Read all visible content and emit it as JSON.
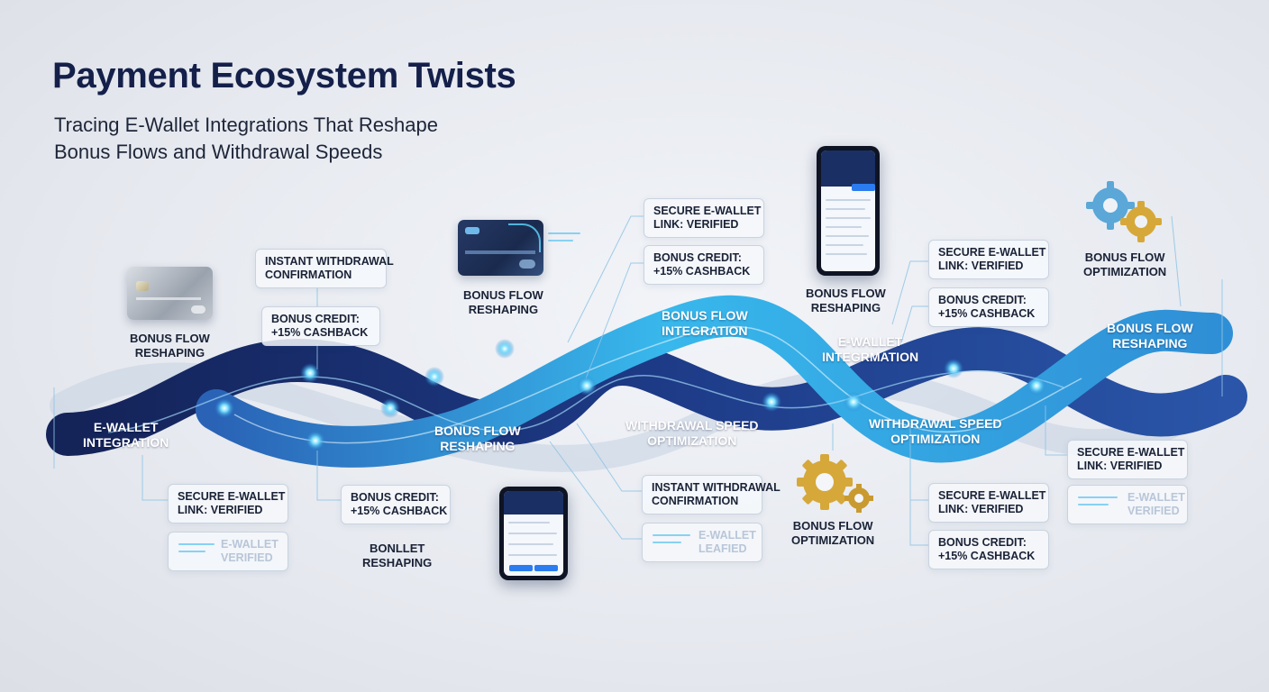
{
  "header": {
    "title": "Payment Ecosystem Twists",
    "subtitle_line1": "Tracing E-Wallet Integrations That Reshape",
    "subtitle_line2": "Bonus Flows and Withdrawal Speeds"
  },
  "ribbon_labels": {
    "r1": {
      "line1": "E-WALLET",
      "line2": "INTEGRATION"
    },
    "r2": {
      "line1": "BONUS FLOW",
      "line2": "RESHAPING"
    },
    "r3": {
      "line1": "BONUS FLOW",
      "line2": "INTEGRATION"
    },
    "r4": {
      "line1": "WITHDRAWAL SPEED",
      "line2": "OPTIMIZATION"
    },
    "r5": {
      "line1": "E-WALLET",
      "line2": "INTEGRMATION"
    },
    "r6": {
      "line1": "WITHDRAWAL SPEED",
      "line2": "OPTIMIZATION"
    },
    "r7": {
      "line1": "BONUS FLOW",
      "line2": "RESHAPING"
    }
  },
  "boxes": {
    "b1": {
      "line1": "INSTANT WITHDRAWAL",
      "line2": "CONFIRMATION"
    },
    "b2": {
      "line1": "BONUS CREDIT:",
      "line2": "+15% CASHBACK"
    },
    "b3": {
      "line1": "SECURE E-WALLET",
      "line2": "LINK: VERIFIED"
    },
    "b4": {
      "line1": "BONUS CREDIT:",
      "line2": "+15% CASHBACK"
    },
    "b5": {
      "line1": "SECURE E-WALLET",
      "line2": "LINK: VERIFIED"
    },
    "b6": {
      "line1": "BONUS CREDIT:",
      "line2": "+15% CASHBACK"
    },
    "b7": {
      "line1": "SECURE E-WALLET",
      "line2": "LINK: VERIFIED"
    },
    "b8": {
      "line1": "E-WALLET",
      "line2": "VERIFIED"
    },
    "b9": {
      "line1": "BONUS CREDIT:",
      "line2": "+15% CASHBACK"
    },
    "b10": {
      "line1": "INSTANT WITHDRAWAL",
      "line2": "CONFIRMATION"
    },
    "b11": {
      "line1": "E-WALLET",
      "line2": "LEAFIED"
    },
    "b12": {
      "line1": "SECURE E-WALLET",
      "line2": "LINK: VERIFIED"
    },
    "b13": {
      "line1": "BONUS CREDIT:",
      "line2": "+15% CASHBACK"
    },
    "b14": {
      "line1": "SECURE E-WALLET",
      "line2": "LINK: VERIFIED"
    },
    "b15": {
      "line1": "E-WALLET",
      "line2": "VERIFIED"
    }
  },
  "icon_labels": {
    "l1": {
      "line1": "BONUS FLOW",
      "line2": "RESHAPING"
    },
    "l2": {
      "line1": "BONUS FLOW",
      "line2": "RESHAPING"
    },
    "l3": {
      "line1": "BONUS FLOW",
      "line2": "RESHAPING"
    },
    "l4": {
      "line1": "BONUS FLOW",
      "line2": "OPTIMIZATION"
    },
    "l5": {
      "line1": "BONLLET",
      "line2": "RESHAPING"
    },
    "l6": {
      "line1": "BONUS FLOW",
      "line2": "OPTIMIZATION"
    }
  },
  "colors": {
    "ribbon_dark": "#1b2f6b",
    "ribbon_mid": "#2a63b6",
    "ribbon_light": "#37b6ea",
    "node_glow": "#67d5ff",
    "gear_gold": "#d6a83a",
    "gear_blue": "#5aa7d8"
  },
  "icons": {
    "card_silver": "credit-card-icon",
    "card_navy": "credit-card-icon",
    "phone": "smartphone-icon",
    "gears": "gears-icon"
  }
}
